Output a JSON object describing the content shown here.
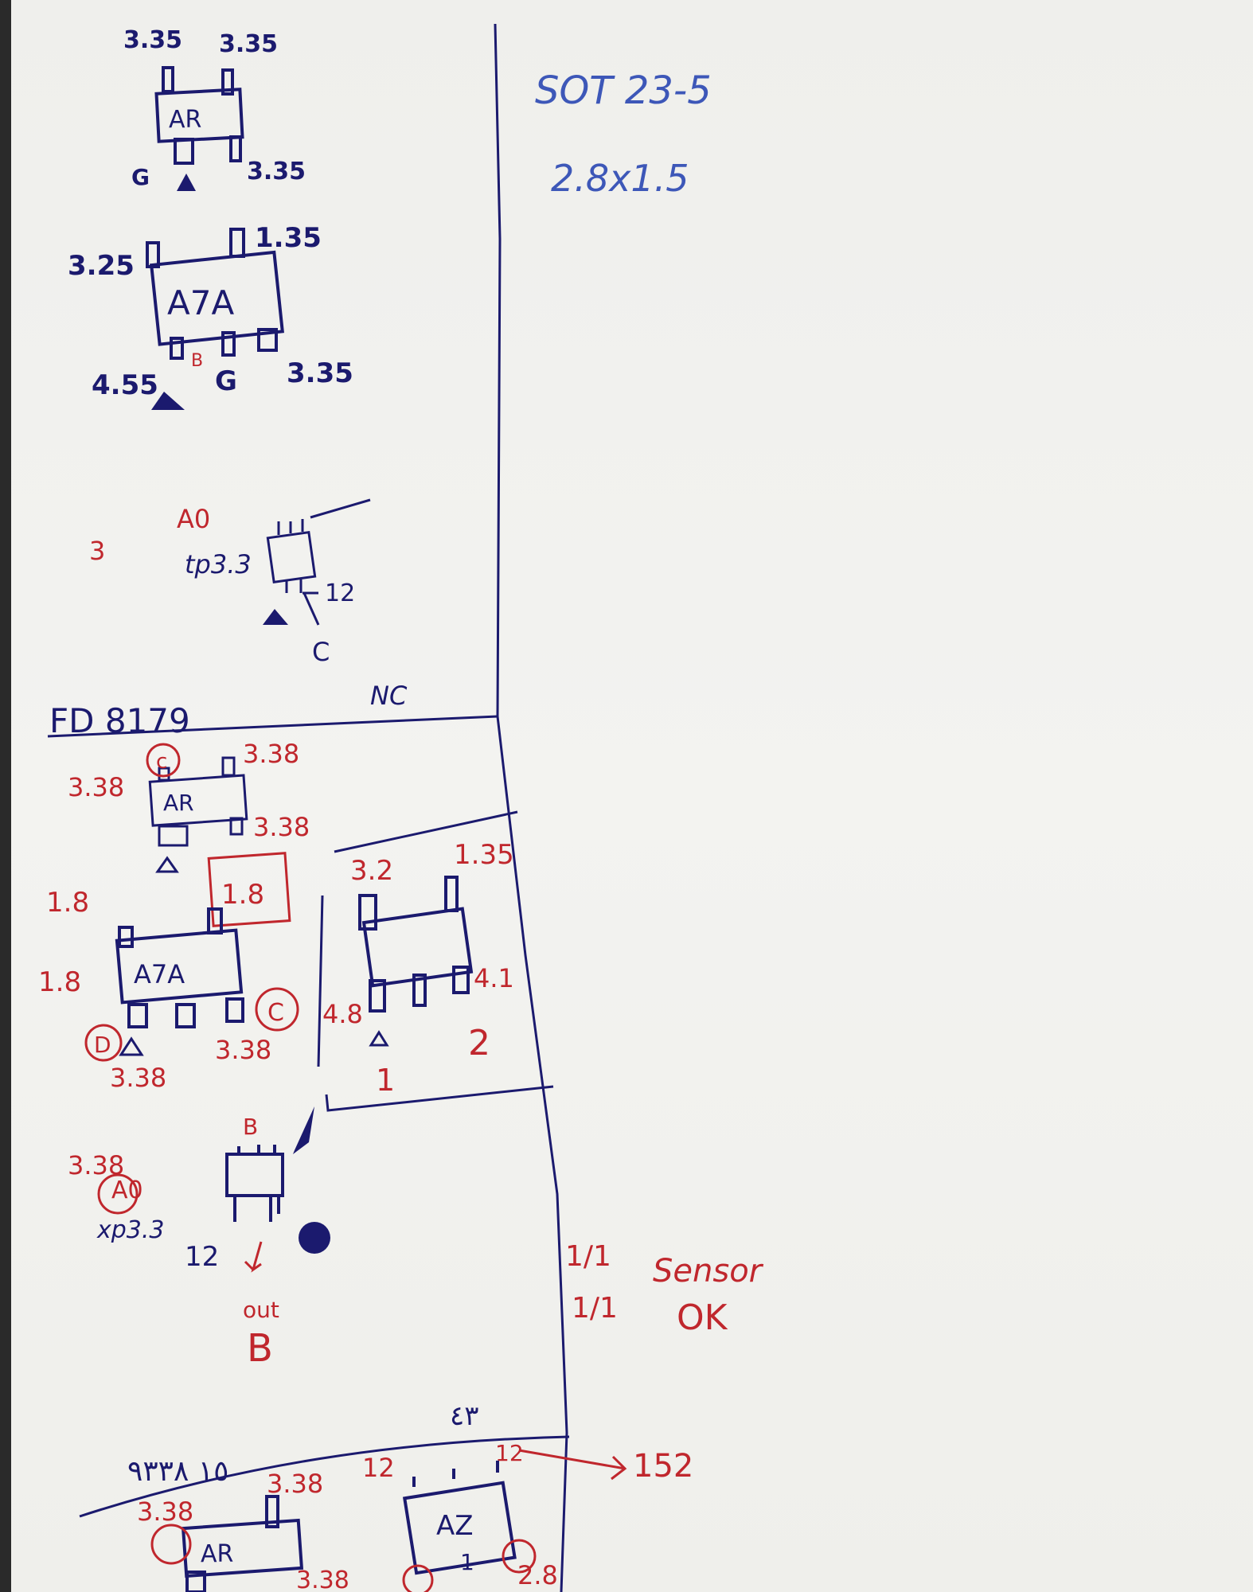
{
  "notes": {
    "right": {
      "package": "SOT 23-5",
      "size": "2.8x1.5"
    },
    "chip1": {
      "label": "AR",
      "pin_tl": "3.35",
      "pin_tr": "3.35",
      "pin_bl": "G",
      "pin_br": "3.35"
    },
    "chip2": {
      "label": "A7A",
      "pin_tl": "3.25",
      "pin_tr": "1.35",
      "pin_bl": "4.55",
      "pin_bm": "G",
      "pin_br": "3.35",
      "mark": "B"
    },
    "chip3": {
      "left1": "A0",
      "left2": "3",
      "left3": "tp3.3",
      "right1": "12",
      "bottom": "C"
    },
    "section2": {
      "title": "FD 8179",
      "nc": "NC"
    },
    "chip4": {
      "label": "AR",
      "pin_tl": "3.38",
      "pin_tr": "3.38",
      "pin_br": "3.38",
      "mark_tl": "c"
    },
    "chip5": {
      "label": "A7A",
      "pin_tl": "1.8",
      "pin_l": "1.8",
      "pin_bl": "3.38",
      "pin_br": "3.38",
      "box": "1.8",
      "mark_bl": "D",
      "mark_br": "C"
    },
    "chip6": {
      "pin_tl": "3.2",
      "pin_tr": "1.35",
      "pin_bl": "4.8",
      "pin_br": "4.1",
      "num1": "1",
      "num2": "2"
    },
    "chip7": {
      "left1": "3.38",
      "left2": "A0",
      "left3": "xp3.3",
      "bottom": "12",
      "out": "out",
      "out_pin": "B",
      "top": "B"
    },
    "right2": {
      "a": "1/1",
      "b": "1/1",
      "sensor": "Sensor",
      "ok": "OK"
    },
    "section3": {
      "title": "١٥ ٩٣٣٨",
      "code": "٤٣",
      "pin_12a": "12",
      "pin_12b": "12",
      "arrow": "152"
    },
    "chip8": {
      "label": "AR",
      "pin_tl": "3.38",
      "pin_tr": "3.38",
      "pin_br": "3.38"
    },
    "chip9": {
      "label": "AZ",
      "pin_br": "2.8",
      "num": "1"
    }
  }
}
